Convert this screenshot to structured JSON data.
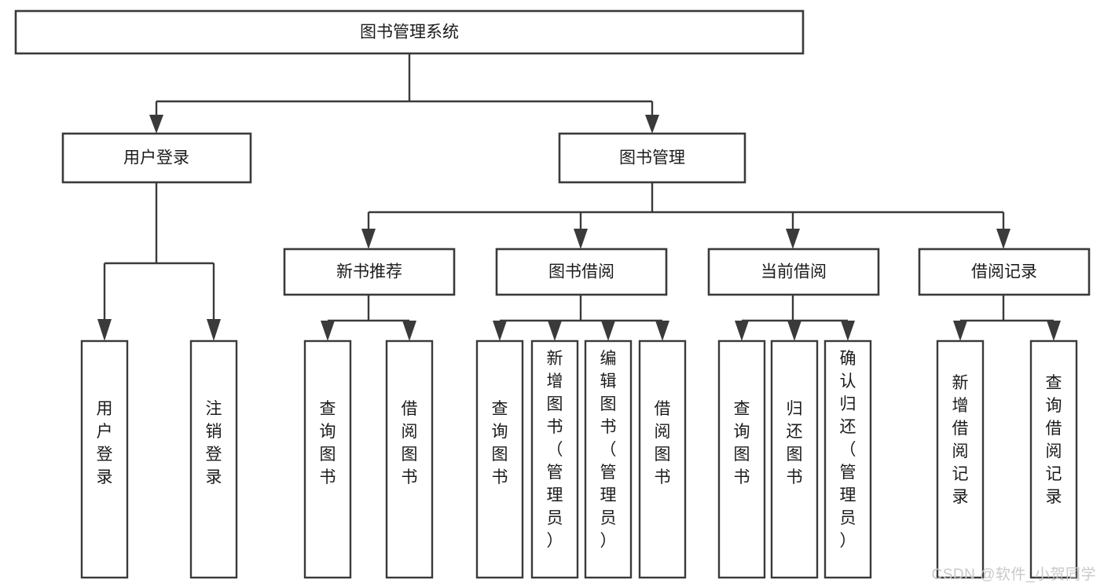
{
  "diagram": {
    "type": "tree-hierarchy",
    "title": "图书管理系统",
    "orientation": "top-down",
    "root": {
      "id": "root",
      "label": "图书管理系统"
    },
    "level1": [
      {
        "id": "user-login",
        "label": "用户登录"
      },
      {
        "id": "book-management",
        "label": "图书管理"
      }
    ],
    "level2": [
      {
        "id": "new-book-recommend",
        "label": "新书推荐",
        "parent": "book-management"
      },
      {
        "id": "book-borrow",
        "label": "图书借阅",
        "parent": "book-management"
      },
      {
        "id": "current-borrow",
        "label": "当前借阅",
        "parent": "book-management"
      },
      {
        "id": "borrow-record",
        "label": "借阅记录",
        "parent": "book-management"
      }
    ],
    "leaves": {
      "user-login": [
        {
          "id": "leaf-user-login",
          "label": "用户登录"
        },
        {
          "id": "leaf-user-logout",
          "label": "注销登录"
        }
      ],
      "new-book-recommend": [
        {
          "id": "leaf-query-book-1",
          "label": "查询图书"
        },
        {
          "id": "leaf-borrow-book-1",
          "label": "借阅图书"
        }
      ],
      "book-borrow": [
        {
          "id": "leaf-query-book-2",
          "label": "查询图书"
        },
        {
          "id": "leaf-add-book",
          "label": "新增图书（管理员）"
        },
        {
          "id": "leaf-edit-book",
          "label": "编辑图书（管理员）"
        },
        {
          "id": "leaf-borrow-book-2",
          "label": "借阅图书"
        }
      ],
      "current-borrow": [
        {
          "id": "leaf-query-book-3",
          "label": "查询图书"
        },
        {
          "id": "leaf-return-book",
          "label": "归还图书"
        },
        {
          "id": "leaf-confirm-return",
          "label": "确认归还（管理员）"
        }
      ],
      "borrow-record": [
        {
          "id": "leaf-add-record",
          "label": "新增借阅记录"
        },
        {
          "id": "leaf-query-record",
          "label": "查询借阅记录"
        }
      ]
    },
    "colors": {
      "stroke": "#3a3a3a",
      "fill": "#ffffff",
      "text": "#1b1b1b",
      "watermark": "#c9c9c9"
    }
  },
  "watermark": {
    "text": "CSDN @软件_小贺同学"
  }
}
